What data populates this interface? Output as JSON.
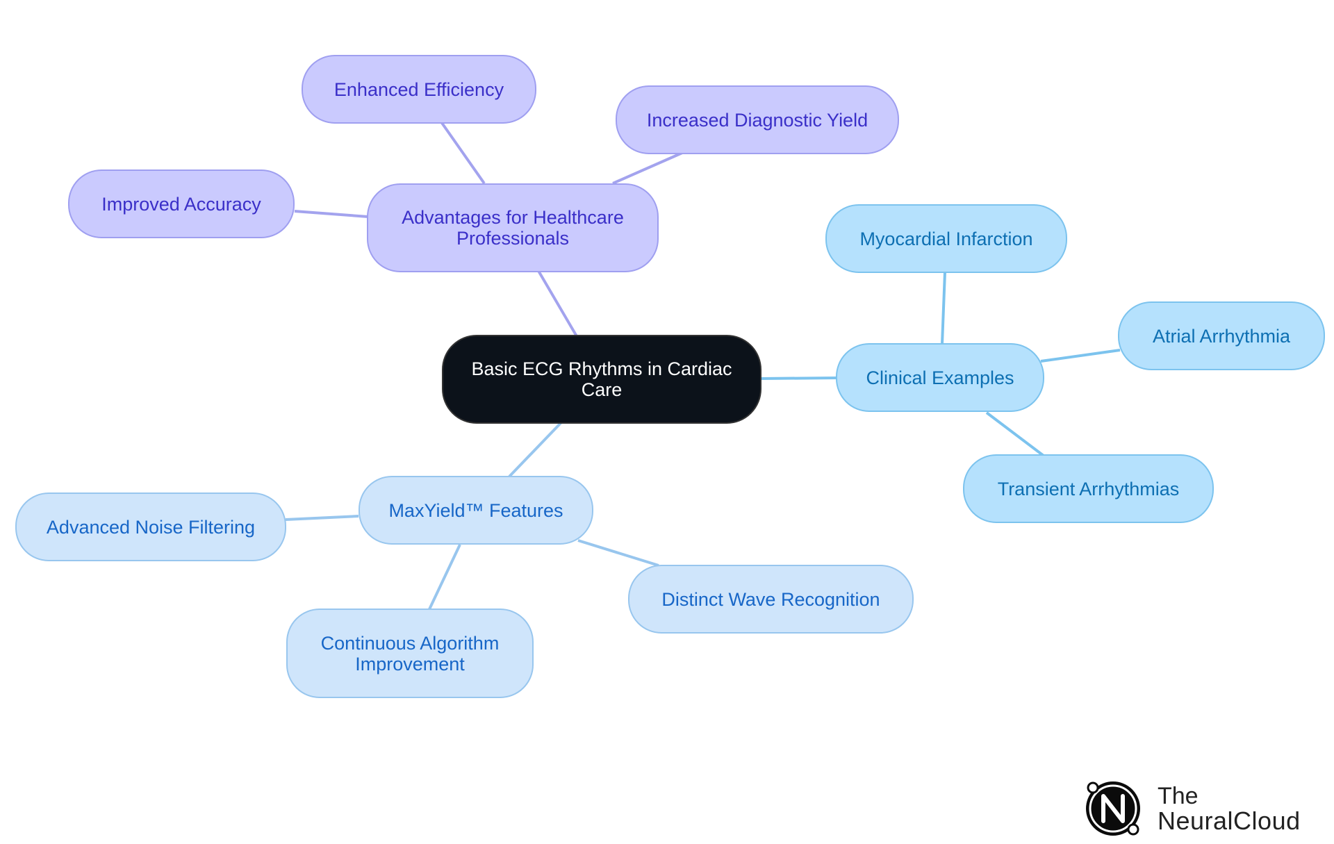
{
  "diagram": {
    "root": "Basic ECG Rhythms in Cardiac Care",
    "branches": [
      {
        "label": "Advantages for Healthcare Professionals",
        "color": "#9f9ff0",
        "children": [
          "Enhanced Efficiency",
          "Increased Diagnostic Yield",
          "Improved Accuracy"
        ]
      },
      {
        "label": "Clinical Examples",
        "color": "#7cc3ee",
        "children": [
          "Myocardial Infarction",
          "Atrial Arrhythmia",
          "Transient Arrhythmias"
        ]
      },
      {
        "label": "MaxYield™ Features",
        "color": "#98c6ee",
        "children": [
          "Advanced Noise Filtering",
          "Distinct Wave Recognition",
          "Continuous Algorithm Improvement"
        ]
      }
    ]
  },
  "brand": {
    "line1": "The",
    "line2": "NeuralCloud"
  }
}
